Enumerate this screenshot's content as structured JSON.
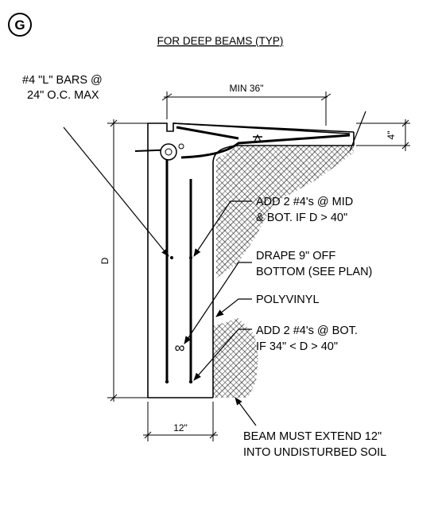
{
  "detail": {
    "tag": "G",
    "title": "FOR DEEP BEAMS (TYP)"
  },
  "dimensions": {
    "min_length": "MIN 36\"",
    "slab": "4\"",
    "depth": "D",
    "width": "12\""
  },
  "callouts": {
    "l_bars": [
      "#4 \"L\" BARS @",
      "24\" O.C. MAX"
    ],
    "add_mid": [
      "ADD 2 #4's @ MID",
      "& BOT. IF D > 40\""
    ],
    "drape": [
      "DRAPE 9\" OFF",
      "BOTTOM (SEE PLAN)"
    ],
    "polyvinyl": [
      "POLYVINYL"
    ],
    "add_bot": [
      "ADD 2 #4's @ BOT.",
      "IF 34\" < D > 40\""
    ],
    "extend": [
      "BEAM MUST EXTEND 12\"",
      "INTO UNDISTURBED SOIL"
    ]
  },
  "colors": {
    "line": "#000000",
    "background": "#ffffff"
  }
}
